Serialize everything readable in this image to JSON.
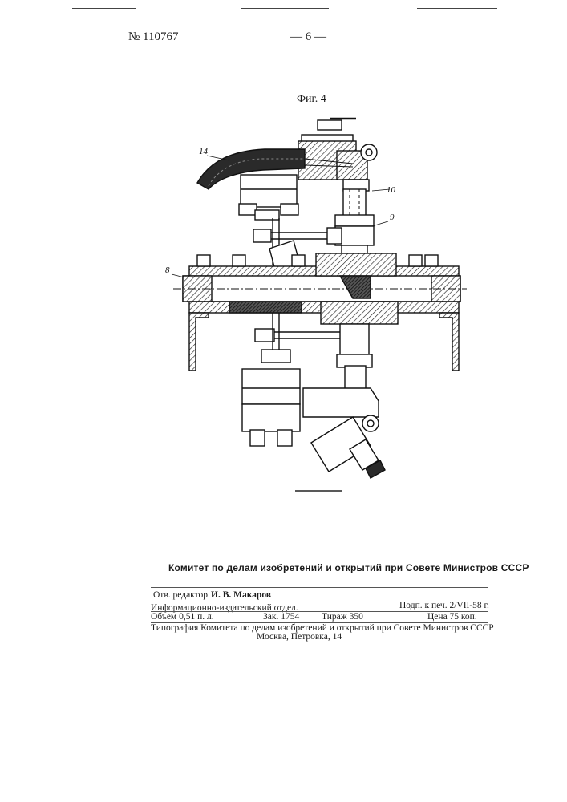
{
  "header": {
    "patent_number": "№ 110767",
    "page_number": "— 6 —"
  },
  "figure": {
    "label": "Фиг. 4",
    "callouts": [
      "14",
      "10",
      "9",
      "8"
    ]
  },
  "imprint": {
    "committee": "Комитет по делам изобретений и открытий при Совете Министров СССР",
    "editor_label": "Отв. редактор",
    "editor_name": "И. В. Макаров",
    "department": "Информационно-издательский отдел.",
    "volume": "Объем 0,51 п. л.",
    "order": "Зак. 1754",
    "run": "Тираж 350",
    "signed": "Подп. к печ. 2/VII-58 г.",
    "price": "Цена 75 коп.",
    "printer": "Типография Комитета по делам изобретений и открытий при Совете Министров СССР",
    "address": "Москва, Петровка, 14"
  }
}
